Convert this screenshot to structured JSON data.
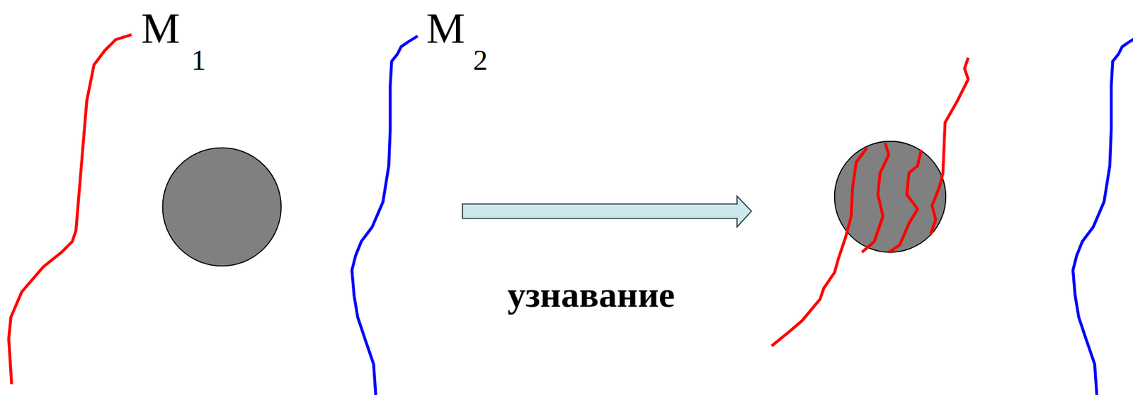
{
  "diagram": {
    "labels": [
      "M",
      "1",
      "M",
      "2",
      "узнавание"
    ]
  }
}
